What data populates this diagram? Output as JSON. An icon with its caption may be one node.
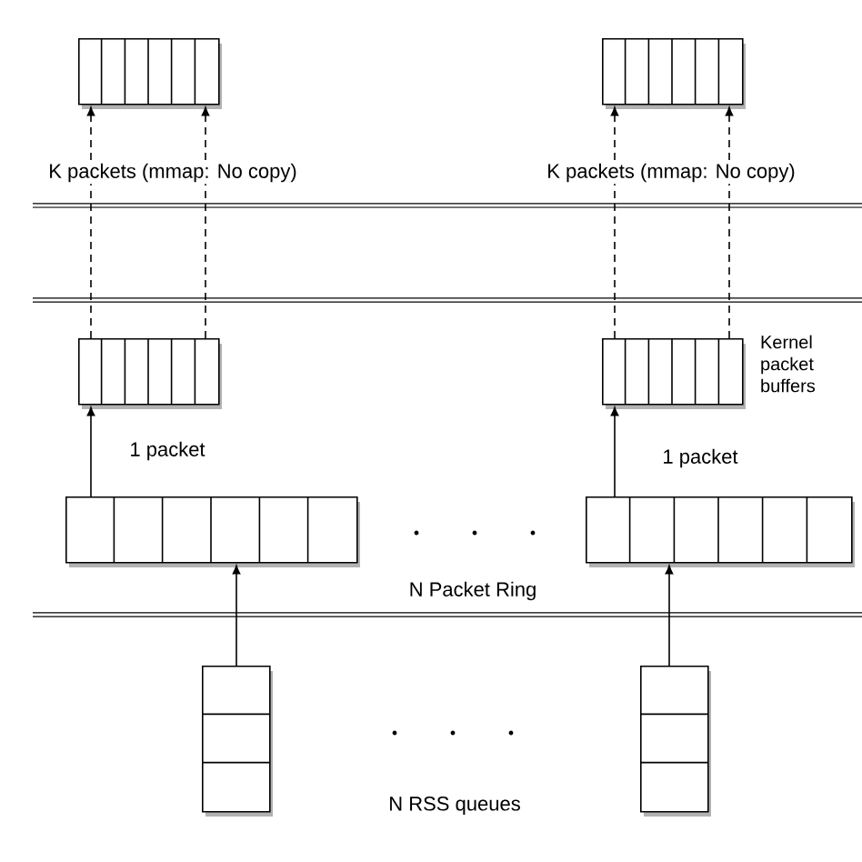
{
  "diagram": {
    "nodes": [
      {
        "text": [],
        "shape": "box"
      },
      {
        "text": [],
        "shape": "box"
      },
      {
        "text": [],
        "shape": "box"
      },
      {
        "text": [],
        "shape": "box"
      },
      {
        "text": [],
        "shape": "box"
      },
      {
        "text": [],
        "shape": "box"
      },
      {
        "text": [],
        "shape": "box"
      },
      {
        "text": [],
        "shape": "box"
      }
    ],
    "edges": [
      {
        "from": 2,
        "to": 0,
        "arrow": "to",
        "style": "dashed"
      },
      {
        "from": 2,
        "to": 0,
        "arrow": "to",
        "style": "dashed"
      },
      {
        "from": 3,
        "to": 1,
        "arrow": "to",
        "style": "dashed"
      },
      {
        "from": 3,
        "to": 1,
        "arrow": "to",
        "style": "dashed"
      },
      {
        "from": 4,
        "to": 2,
        "arrow": "to",
        "label": "1 packet"
      },
      {
        "from": 5,
        "to": 3,
        "arrow": "to",
        "label": "1 packet"
      },
      {
        "from": 6,
        "to": 4,
        "arrow": "to"
      },
      {
        "from": 7,
        "to": 5,
        "arrow": "to"
      }
    ],
    "labels": [
      "K packets (mmap: No copy)",
      "K packets (mmap: No copy)",
      "Kernel packet buffers",
      "N Packet Ring",
      "N RSS queues"
    ]
  }
}
